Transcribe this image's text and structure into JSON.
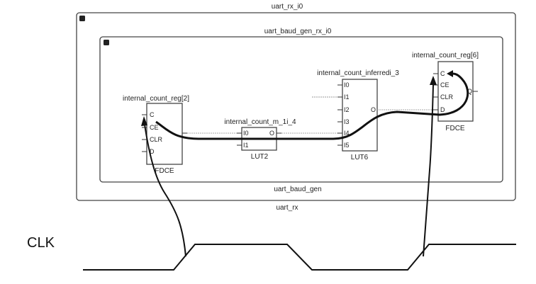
{
  "hierarchy": {
    "outer": {
      "top_label": "uart_rx_i0",
      "bottom_label": "uart_rx"
    },
    "inner": {
      "top_label": "uart_baud_gen_rx_i0",
      "bottom_label": "uart_baud_gen"
    }
  },
  "cells": {
    "reg2": {
      "name": "internal_count_reg[2]",
      "type": "FDCE",
      "pins": [
        "C",
        "CE",
        "CLR",
        "D"
      ]
    },
    "lut2": {
      "name": "internal_count_m_1i_4",
      "type": "LUT2",
      "pins": [
        "I0",
        "I1"
      ],
      "out": "O"
    },
    "lut6": {
      "name": "internal_count_inferredi_3",
      "type": "LUT6",
      "pins": [
        "I0",
        "I1",
        "I2",
        "I3",
        "I4",
        "I5"
      ],
      "out": "O"
    },
    "reg6": {
      "name": "internal_count_reg[6]",
      "type": "FDCE",
      "pins": [
        "C",
        "CE",
        "CLR",
        "D"
      ],
      "out": "Q"
    }
  },
  "clock": {
    "label": "CLK"
  }
}
